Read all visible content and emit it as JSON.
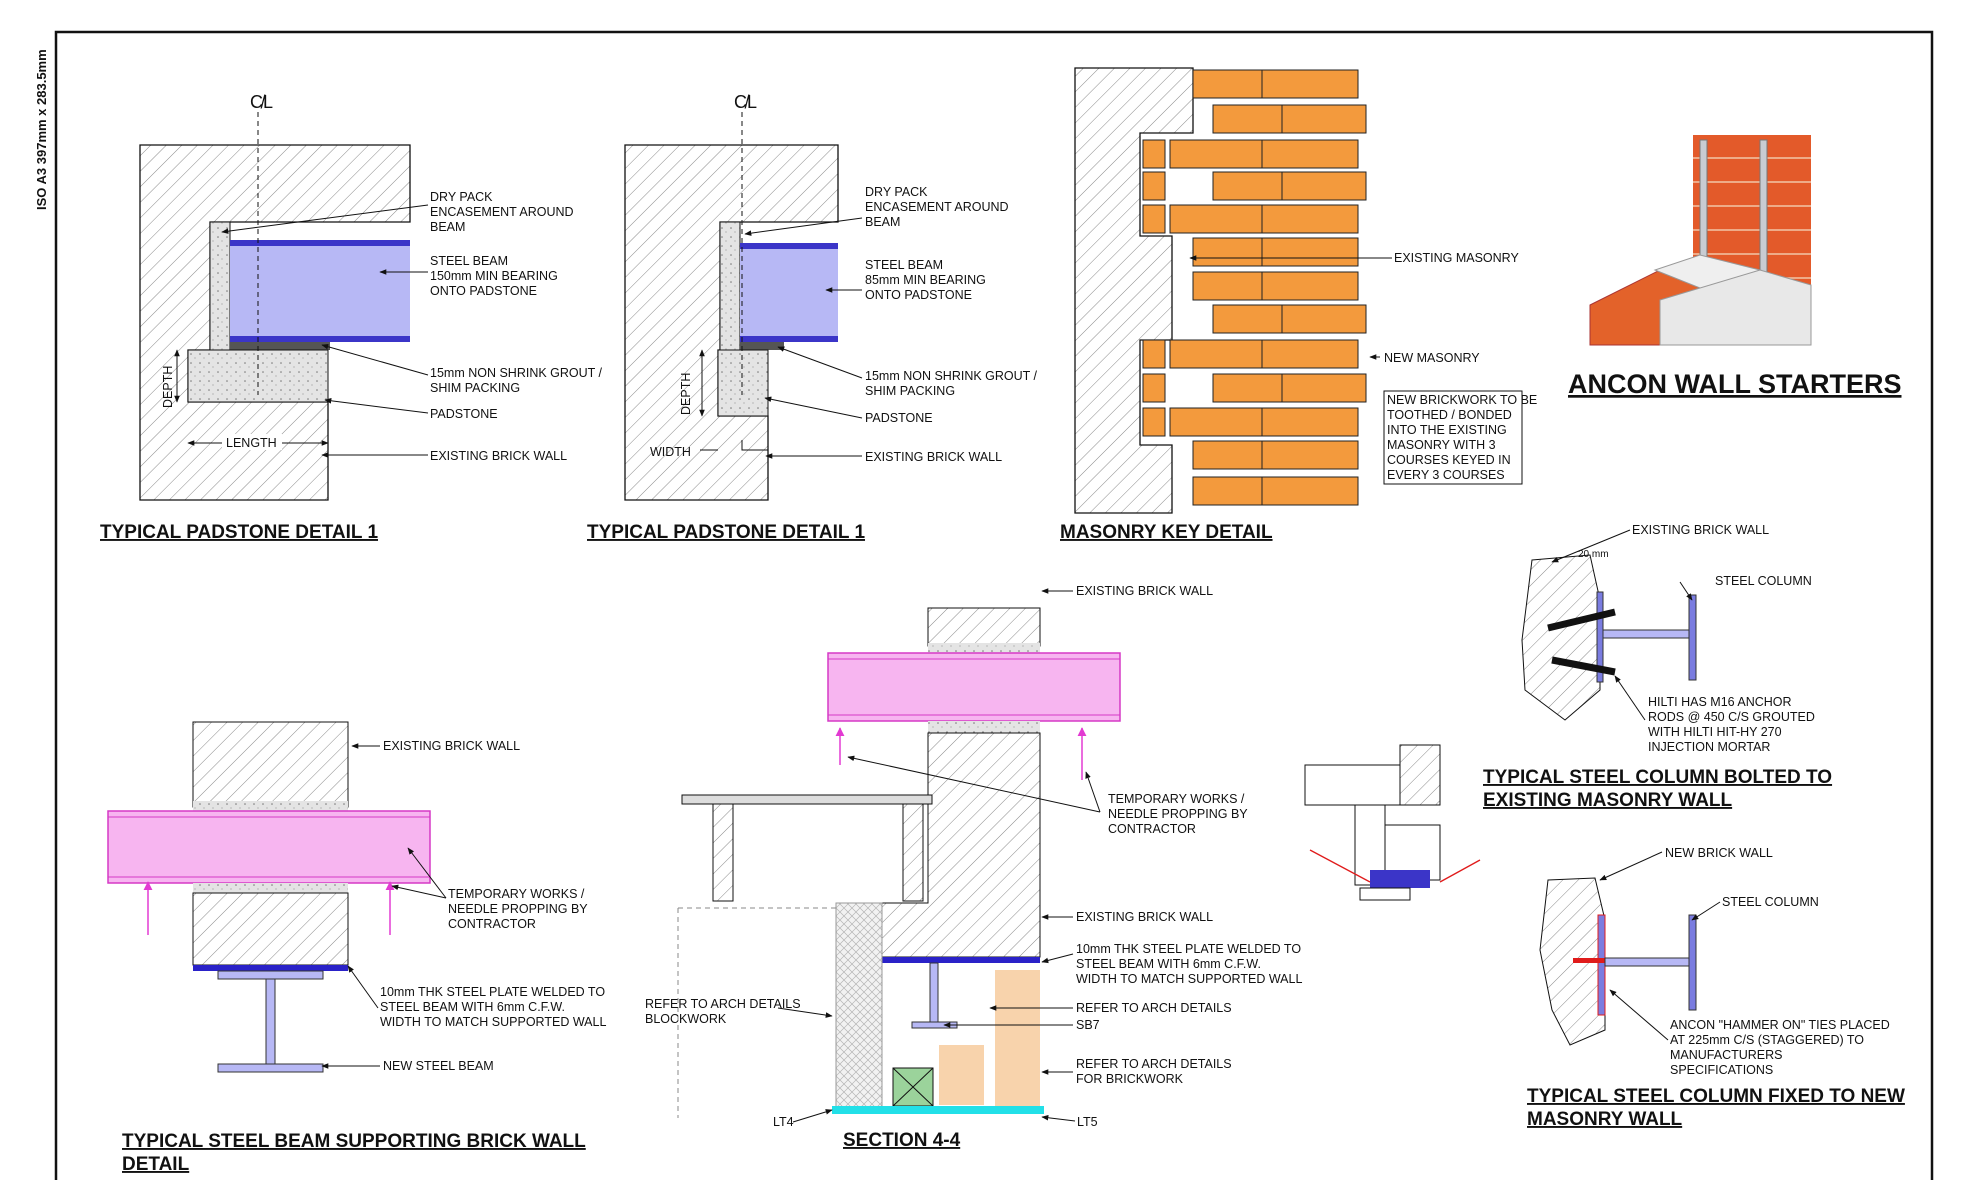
{
  "sheet": {
    "size_label": "ISO A3 397mm x 283.5mm"
  },
  "colors": {
    "beam_fill": "#b7b8f5",
    "beam_flange": "#3b35c8",
    "needle_fill": "#f7b5f0",
    "needle_stroke": "#d639c6",
    "brick": "#f39a3d",
    "padstone": "#d9d9d9",
    "cyan": "#22e0e8",
    "insulation_peach": "#f8d3ac",
    "timber_green": "#9bd39b"
  },
  "detail_pad1": {
    "centerline": "C̸L",
    "labels": [
      "DRY PACK",
      "ENCASEMENT AROUND",
      "BEAM"
    ],
    "beam": [
      "STEEL BEAM",
      "150mm MIN BEARING",
      "ONTO PADSTONE"
    ],
    "grout": [
      "15mm NON SHRINK GROUT /",
      "SHIM PACKING"
    ],
    "padstone": "PADSTONE",
    "wall": "EXISTING BRICK WALL",
    "depth": "DEPTH",
    "length": "LENGTH",
    "title": "TYPICAL PADSTONE DETAIL 1"
  },
  "detail_pad2": {
    "centerline": "C̸L",
    "labels": [
      "DRY PACK",
      "ENCASEMENT AROUND",
      "BEAM"
    ],
    "beam": [
      "STEEL BEAM",
      "85mm MIN BEARING",
      "ONTO PADSTONE"
    ],
    "grout": [
      "15mm NON SHRINK GROUT /",
      "SHIM PACKING"
    ],
    "padstone": "PADSTONE",
    "wall": "EXISTING BRICK WALL",
    "depth": "DEPTH",
    "width": "WIDTH",
    "title": "TYPICAL PADSTONE DETAIL 1"
  },
  "masonry_key": {
    "existing": "EXISTING MASONRY",
    "new": "NEW MASONRY",
    "note": [
      "NEW BRICKWORK TO BE",
      "TOOTHED / BONDED",
      "INTO THE EXISTING",
      "MASONRY WITH 3",
      "COURSES KEYED IN",
      "EVERY 3 COURSES"
    ],
    "title": "MASONRY KEY DETAIL"
  },
  "ancon": {
    "title": "ANCON WALL STARTERS"
  },
  "col_bolted": {
    "wall": "EXISTING BRICK WALL",
    "dim": "20 mm",
    "column": "STEEL COLUMN",
    "note": [
      "HILTI HAS M16 ANCHOR",
      "RODS @ 450 C/S GROUTED",
      "WITH HILTI HIT-HY 270",
      "INJECTION MORTAR"
    ],
    "title": [
      "TYPICAL STEEL COLUMN BOLTED TO",
      "EXISTING MASONRY WALL"
    ]
  },
  "col_new": {
    "wall": "NEW BRICK WALL",
    "column": "STEEL COLUMN",
    "note": [
      "ANCON \"HAMMER ON\" TIES PLACED",
      "AT 225mm C/S (STAGGERED) TO",
      "MANUFACTURERS",
      "SPECIFICATIONS"
    ],
    "title": [
      "TYPICAL STEEL COLUMN FIXED TO NEW",
      "MASONRY WALL"
    ]
  },
  "beam_support": {
    "wall": "EXISTING BRICK WALL",
    "temp": [
      "TEMPORARY WORKS /",
      "NEEDLE PROPPING BY",
      "CONTRACTOR"
    ],
    "plate": [
      "10mm THK STEEL PLATE WELDED TO",
      "STEEL BEAM WITH 6mm C.F.W.",
      "WIDTH TO MATCH SUPPORTED WALL"
    ],
    "new_beam": "NEW STEEL BEAM",
    "title": [
      "TYPICAL STEEL BEAM SUPPORTING BRICK WALL",
      "DETAIL"
    ]
  },
  "section44": {
    "wall_top": "EXISTING BRICK WALL",
    "temp": [
      "TEMPORARY WORKS /",
      "NEEDLE PROPPING BY",
      "CONTRACTOR"
    ],
    "wall_mid": "EXISTING BRICK WALL",
    "plate": [
      "10mm THK STEEL PLATE WELDED TO",
      "STEEL BEAM WITH 6mm C.F.W.",
      "WIDTH TO MATCH SUPPORTED WALL"
    ],
    "arch": "REFER TO ARCH DETAILS",
    "sb7": "SB7",
    "brick": [
      "REFER TO ARCH DETAILS",
      "FOR BRICKWORK"
    ],
    "block": [
      "REFER TO ARCH DETAILS",
      "BLOCKWORK"
    ],
    "lt4": "LT4",
    "lt5": "LT5",
    "title": "SECTION 4-4"
  }
}
